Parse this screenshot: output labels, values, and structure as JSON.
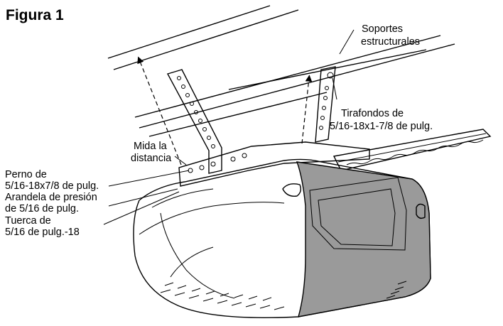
{
  "figure": {
    "title": "Figura 1",
    "labels": {
      "soportes": [
        "Soportes",
        "estructurales"
      ],
      "tirafondos": [
        "Tirafondos de",
        "5/16-18x1-7/8 de pulg."
      ],
      "mida": [
        "Mida la",
        "distancia"
      ],
      "perno": [
        "Perno de",
        "5/16-18x7/8 de pulg."
      ],
      "arandela": [
        "Arandela de presión",
        "de 5/16 de pulg."
      ],
      "tuerca": [
        "Tuerca de",
        "5/16 de pulg.-18"
      ]
    }
  }
}
